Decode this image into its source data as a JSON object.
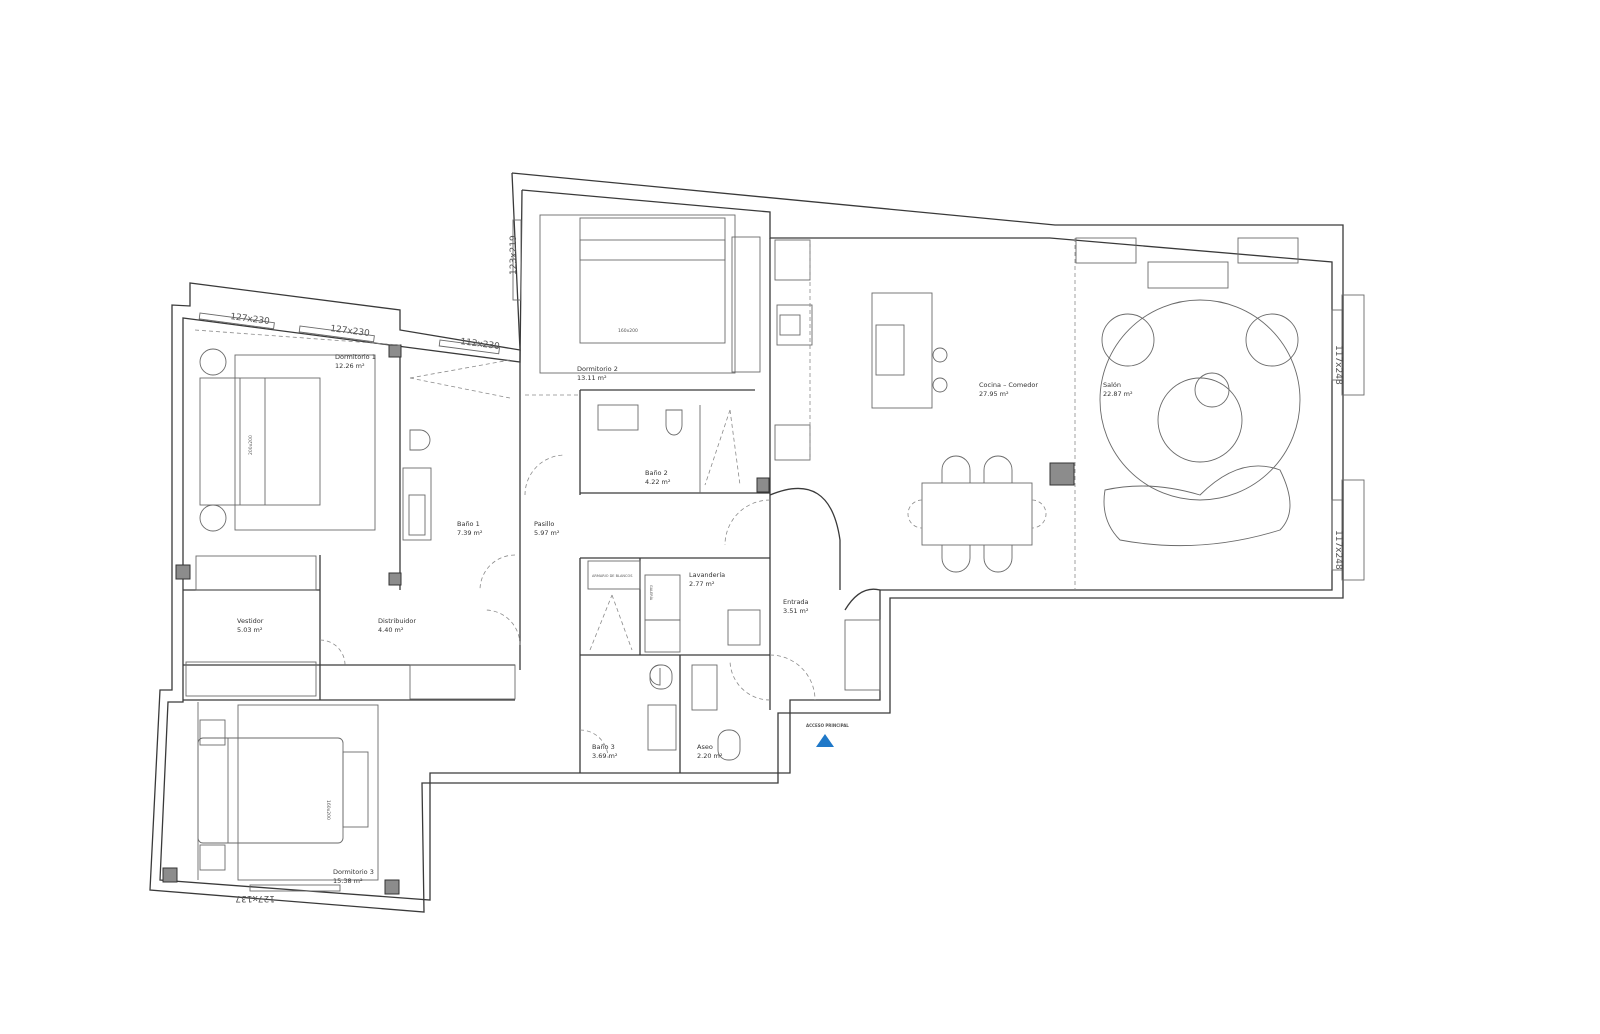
{
  "rooms": [
    {
      "name": "Dormitorio 1",
      "area": "12.26 m²"
    },
    {
      "name": "Baño 1",
      "area": "7.39 m²"
    },
    {
      "name": "Dormitorio 2",
      "area": "13.11 m²"
    },
    {
      "name": "Baño 2",
      "area": "4.22 m²"
    },
    {
      "name": "Pasillo",
      "area": "5.97 m²"
    },
    {
      "name": "Cocina – Comedor",
      "area": "27.95 m²"
    },
    {
      "name": "Salón",
      "area": "22.87 m²"
    },
    {
      "name": "Lavandería",
      "area": "2.77 m²"
    },
    {
      "name": "Entrada",
      "area": "3.51 m²"
    },
    {
      "name": "Vestidor",
      "area": "5.03 m²"
    },
    {
      "name": "Distribuidor",
      "area": "4.40 m²"
    },
    {
      "name": "Baño 3",
      "area": "3.69 m²"
    },
    {
      "name": "Aseo",
      "area": "2.20 m²"
    },
    {
      "name": "Dormitorio 3",
      "area": "15.38 m²"
    }
  ],
  "windows": [
    "127x230",
    "127x230",
    "112x230",
    "123x219",
    "117x248",
    "117x248",
    "127x137"
  ],
  "beds": [
    "200x200",
    "160x200",
    "160x200"
  ],
  "labels": {
    "main_access": "ACCESO PRINCIPAL",
    "gallery": "GALERÍA",
    "linen_closet": "ARMARIO DE BLANCOS"
  },
  "colors": {
    "entry_marker": "#1f78c8",
    "window_dim": "#4a90c8"
  }
}
